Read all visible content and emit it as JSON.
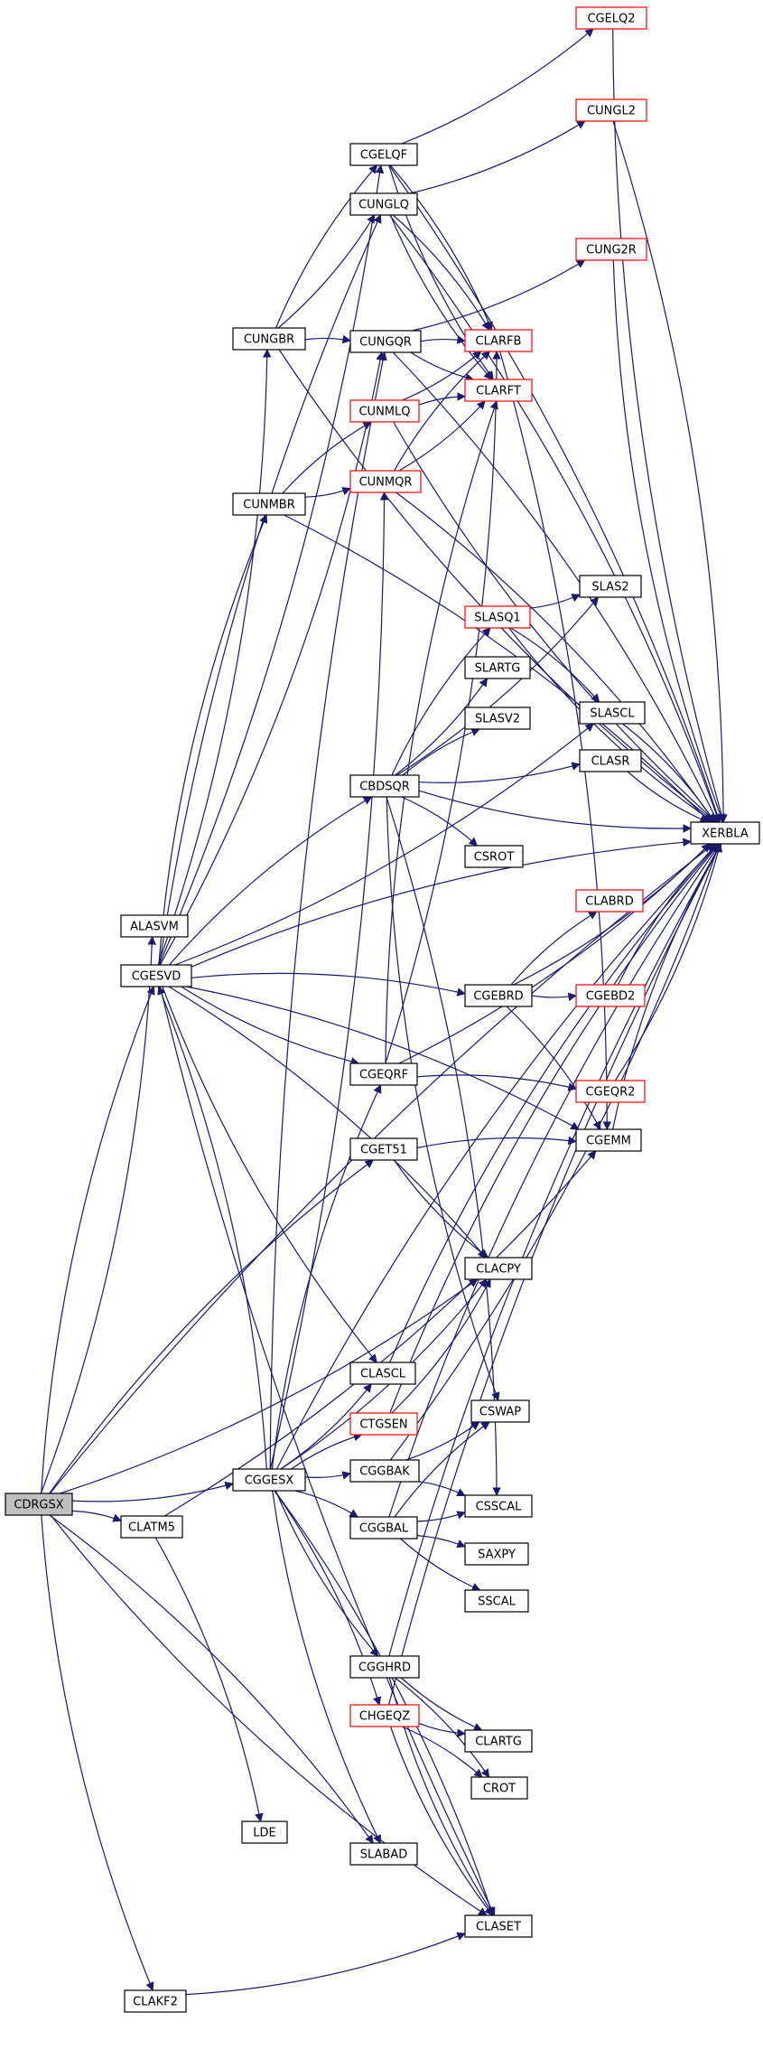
{
  "nodes": [
    {
      "id": "CDRGSX",
      "label": "CDRGSX",
      "style": "root"
    },
    {
      "id": "ALASVM",
      "label": "ALASVM",
      "style": "normal"
    },
    {
      "id": "CGESVD",
      "label": "CGESVD",
      "style": "normal"
    },
    {
      "id": "CGGESX",
      "label": "CGGESX",
      "style": "normal"
    },
    {
      "id": "CLATM5",
      "label": "CLATM5",
      "style": "normal"
    },
    {
      "id": "CLAKF2",
      "label": "CLAKF2",
      "style": "normal"
    },
    {
      "id": "CUNGBR",
      "label": "CUNGBR",
      "style": "normal"
    },
    {
      "id": "CUNMBR",
      "label": "CUNMBR",
      "style": "normal"
    },
    {
      "id": "CGELQF",
      "label": "CGELQF",
      "style": "normal"
    },
    {
      "id": "CUNGLQ",
      "label": "CUNGLQ",
      "style": "normal"
    },
    {
      "id": "CUNGQR",
      "label": "CUNGQR",
      "style": "normal"
    },
    {
      "id": "CUNMLQ",
      "label": "CUNMLQ",
      "style": "red"
    },
    {
      "id": "CUNMQR",
      "label": "CUNMQR",
      "style": "red"
    },
    {
      "id": "CBDSQR",
      "label": "CBDSQR",
      "style": "normal"
    },
    {
      "id": "CGEQRF",
      "label": "CGEQRF",
      "style": "normal"
    },
    {
      "id": "CGET51",
      "label": "CGET51",
      "style": "normal"
    },
    {
      "id": "CLASCL",
      "label": "CLASCL",
      "style": "normal"
    },
    {
      "id": "CTGSEN",
      "label": "CTGSEN",
      "style": "red"
    },
    {
      "id": "CGGBAK",
      "label": "CGGBAK",
      "style": "normal"
    },
    {
      "id": "CGGBAL",
      "label": "CGGBAL",
      "style": "normal"
    },
    {
      "id": "CGGHRD",
      "label": "CGGHRD",
      "style": "normal"
    },
    {
      "id": "CHGEQZ",
      "label": "CHGEQZ",
      "style": "red"
    },
    {
      "id": "SLABAD",
      "label": "SLABAD",
      "style": "normal"
    },
    {
      "id": "LDE",
      "label": "LDE",
      "style": "normal"
    },
    {
      "id": "CLARFB",
      "label": "CLARFB",
      "style": "red"
    },
    {
      "id": "CLARFT",
      "label": "CLARFT",
      "style": "red"
    },
    {
      "id": "SLASQ1",
      "label": "SLASQ1",
      "style": "red"
    },
    {
      "id": "SLARTG",
      "label": "SLARTG",
      "style": "normal"
    },
    {
      "id": "SLASV2",
      "label": "SLASV2",
      "style": "normal"
    },
    {
      "id": "CSROT",
      "label": "CSROT",
      "style": "normal"
    },
    {
      "id": "CGEBRD",
      "label": "CGEBRD",
      "style": "normal"
    },
    {
      "id": "CLACPY",
      "label": "CLACPY",
      "style": "normal"
    },
    {
      "id": "CSWAP",
      "label": "CSWAP",
      "style": "normal"
    },
    {
      "id": "CSSCAL",
      "label": "CSSCAL",
      "style": "normal"
    },
    {
      "id": "SAXPY",
      "label": "SAXPY",
      "style": "normal"
    },
    {
      "id": "SSCAL",
      "label": "SSCAL",
      "style": "normal"
    },
    {
      "id": "CLARTG",
      "label": "CLARTG",
      "style": "normal"
    },
    {
      "id": "CROT",
      "label": "CROT",
      "style": "normal"
    },
    {
      "id": "CLASET",
      "label": "CLASET",
      "style": "normal"
    },
    {
      "id": "CGELQ2",
      "label": "CGELQ2",
      "style": "red"
    },
    {
      "id": "CUNGL2",
      "label": "CUNGL2",
      "style": "red"
    },
    {
      "id": "CUNG2R",
      "label": "CUNG2R",
      "style": "red"
    },
    {
      "id": "SLAS2",
      "label": "SLAS2",
      "style": "normal"
    },
    {
      "id": "SLASCL",
      "label": "SLASCL",
      "style": "normal"
    },
    {
      "id": "CLASR",
      "label": "CLASR",
      "style": "normal"
    },
    {
      "id": "CLABRD",
      "label": "CLABRD",
      "style": "red"
    },
    {
      "id": "CGEBD2",
      "label": "CGEBD2",
      "style": "red"
    },
    {
      "id": "CGEQR2",
      "label": "CGEQR2",
      "style": "red"
    },
    {
      "id": "CGEMM",
      "label": "CGEMM",
      "style": "normal"
    },
    {
      "id": "XERBLA",
      "label": "XERBLA",
      "style": "normal"
    }
  ],
  "edges": [
    [
      "CDRGSX",
      "ALASVM"
    ],
    [
      "CDRGSX",
      "CGESVD"
    ],
    [
      "CDRGSX",
      "CGGESX"
    ],
    [
      "CDRGSX",
      "CLATM5"
    ],
    [
      "CDRGSX",
      "CLAKF2"
    ],
    [
      "CDRGSX",
      "CGET51"
    ],
    [
      "CDRGSX",
      "CLACPY"
    ],
    [
      "CDRGSX",
      "SLABAD"
    ],
    [
      "CDRGSX",
      "CLASET"
    ],
    [
      "CDRGSX",
      "XERBLA"
    ],
    [
      "CGESVD",
      "CUNGBR"
    ],
    [
      "CGESVD",
      "CUNMBR"
    ],
    [
      "CGESVD",
      "CGELQF"
    ],
    [
      "CGESVD",
      "CUNGLQ"
    ],
    [
      "CGESVD",
      "CUNGQR"
    ],
    [
      "CGESVD",
      "CBDSQR"
    ],
    [
      "CGESVD",
      "CGEQRF"
    ],
    [
      "CGESVD",
      "CGEBRD"
    ],
    [
      "CGESVD",
      "CLASCL"
    ],
    [
      "CGESVD",
      "CLACPY"
    ],
    [
      "CGESVD",
      "CLASET"
    ],
    [
      "CGESVD",
      "CGEMM"
    ],
    [
      "CGESVD",
      "SLASCL"
    ],
    [
      "CGESVD",
      "XERBLA"
    ],
    [
      "CGGESX",
      "CGESVD"
    ],
    [
      "CGGESX",
      "CUNGQR"
    ],
    [
      "CGGESX",
      "CUNMQR"
    ],
    [
      "CGGESX",
      "CGEQRF"
    ],
    [
      "CGGESX",
      "CLASCL"
    ],
    [
      "CGGESX",
      "CTGSEN"
    ],
    [
      "CGGESX",
      "CGGBAK"
    ],
    [
      "CGGESX",
      "CGGBAL"
    ],
    [
      "CGGESX",
      "CGGHRD"
    ],
    [
      "CGGESX",
      "CHGEQZ"
    ],
    [
      "CGGESX",
      "SLABAD"
    ],
    [
      "CGGESX",
      "CLASET"
    ],
    [
      "CGGESX",
      "CLACPY"
    ],
    [
      "CGGESX",
      "XERBLA"
    ],
    [
      "CLATM5",
      "CGEMM"
    ],
    [
      "CLATM5",
      "LDE"
    ],
    [
      "CLAKF2",
      "CLASET"
    ],
    [
      "CUNGBR",
      "CGELQF"
    ],
    [
      "CUNGBR",
      "CUNGLQ"
    ],
    [
      "CUNGBR",
      "CUNGQR"
    ],
    [
      "CUNGBR",
      "XERBLA"
    ],
    [
      "CUNMBR",
      "CUNMLQ"
    ],
    [
      "CUNMBR",
      "CUNMQR"
    ],
    [
      "CUNMBR",
      "XERBLA"
    ],
    [
      "CGELQF",
      "CGELQ2"
    ],
    [
      "CGELQF",
      "CLARFB"
    ],
    [
      "CGELQF",
      "CLARFT"
    ],
    [
      "CGELQF",
      "XERBLA"
    ],
    [
      "CUNGLQ",
      "CUNGL2"
    ],
    [
      "CUNGLQ",
      "CLARFB"
    ],
    [
      "CUNGLQ",
      "CLARFT"
    ],
    [
      "CUNGLQ",
      "XERBLA"
    ],
    [
      "CUNGQR",
      "CUNG2R"
    ],
    [
      "CUNGQR",
      "CLARFB"
    ],
    [
      "CUNGQR",
      "CLARFT"
    ],
    [
      "CUNGQR",
      "XERBLA"
    ],
    [
      "CUNMLQ",
      "CLARFB"
    ],
    [
      "CUNMLQ",
      "CLARFT"
    ],
    [
      "CUNMLQ",
      "XERBLA"
    ],
    [
      "CUNMQR",
      "CLARFB"
    ],
    [
      "CUNMQR",
      "CLARFT"
    ],
    [
      "CUNMQR",
      "XERBLA"
    ],
    [
      "CBDSQR",
      "SLAS2"
    ],
    [
      "CBDSQR",
      "SLASQ1"
    ],
    [
      "CBDSQR",
      "SLARTG"
    ],
    [
      "CBDSQR",
      "SLASV2"
    ],
    [
      "CBDSQR",
      "CLASR"
    ],
    [
      "CBDSQR",
      "CSROT"
    ],
    [
      "CBDSQR",
      "XERBLA"
    ],
    [
      "CBDSQR",
      "CSSCAL"
    ],
    [
      "CBDSQR",
      "CSWAP"
    ],
    [
      "CGEQRF",
      "CGEQR2"
    ],
    [
      "CGEQRF",
      "CLARFB"
    ],
    [
      "CGEQRF",
      "CLARFT"
    ],
    [
      "CGEQRF",
      "XERBLA"
    ],
    [
      "CGET51",
      "CGEMM"
    ],
    [
      "CGET51",
      "CLACPY"
    ],
    [
      "CLASCL",
      "XERBLA"
    ],
    [
      "CTGSEN",
      "CLACPY"
    ],
    [
      "CTGSEN",
      "XERBLA"
    ],
    [
      "CGGBAK",
      "CSWAP"
    ],
    [
      "CGGBAK",
      "CSSCAL"
    ],
    [
      "CGGBAK",
      "XERBLA"
    ],
    [
      "CGGBAL",
      "CSWAP"
    ],
    [
      "CGGBAL",
      "CSSCAL"
    ],
    [
      "CGGBAL",
      "SAXPY"
    ],
    [
      "CGGBAL",
      "SSCAL"
    ],
    [
      "CGGBAL",
      "XERBLA"
    ],
    [
      "CGGHRD",
      "CLARTG"
    ],
    [
      "CGGHRD",
      "CROT"
    ],
    [
      "CGGHRD",
      "CLASET"
    ],
    [
      "CGGHRD",
      "XERBLA"
    ],
    [
      "CHGEQZ",
      "CLARTG"
    ],
    [
      "CHGEQZ",
      "CROT"
    ],
    [
      "CHGEQZ",
      "CLASET"
    ],
    [
      "CHGEQZ",
      "XERBLA"
    ],
    [
      "SLASQ1",
      "SLAS2"
    ],
    [
      "SLASQ1",
      "SLASCL"
    ],
    [
      "SLASQ1",
      "XERBLA"
    ],
    [
      "SLASCL",
      "XERBLA"
    ],
    [
      "CLASR",
      "XERBLA"
    ],
    [
      "CGEBRD",
      "CLABRD"
    ],
    [
      "CGEBRD",
      "CGEBD2"
    ],
    [
      "CGEBRD",
      "CGEMM"
    ],
    [
      "CGEBRD",
      "XERBLA"
    ],
    [
      "CGEBD2",
      "XERBLA"
    ],
    [
      "CGEQR2",
      "XERBLA"
    ],
    [
      "CGEMM",
      "XERBLA"
    ],
    [
      "CGELQ2",
      "XERBLA"
    ],
    [
      "CUNGL2",
      "XERBLA"
    ],
    [
      "CUNG2R",
      "XERBLA"
    ],
    [
      "CLARFB",
      "CGEMM"
    ]
  ],
  "colors": {
    "edge": "#191970",
    "node_border": "#000000",
    "node_border_red": "#ff0000",
    "root_fill": "#bfbfbf",
    "node_fill": "#ffffff"
  }
}
